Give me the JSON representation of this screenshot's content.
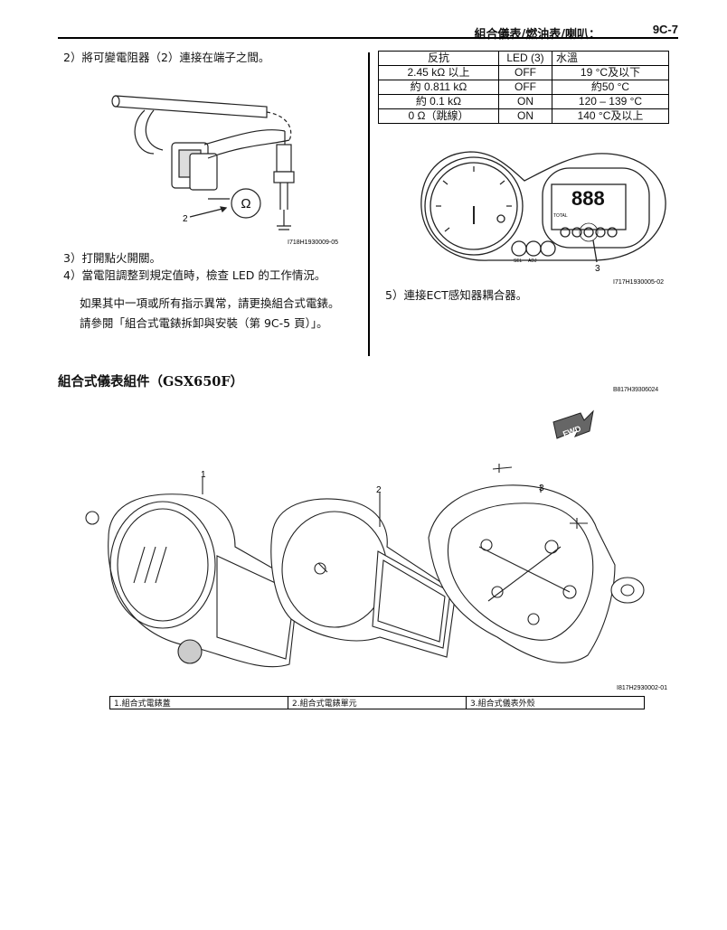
{
  "header": {
    "title": "組合儀表/燃油表/喇叭：",
    "page": "9C-7"
  },
  "left_col": {
    "step2": "2）將可變電阻器（2）連接在端子之間。",
    "fig1_callout": "2",
    "fig1_code": "I718H1930009-05",
    "step3": "3）打開點火開關。",
    "step4": "4）當電阻調整到規定值時，檢查 LED 的工作情況。",
    "note1": "如果其中一項或所有指示異常，請更換組合式電錶。",
    "note2": "請參閱「組合式電錶拆卸與安裝（第 9C-5 頁）」。"
  },
  "spec_table": {
    "headers": [
      "反抗",
      "LED (3)",
      "水溫"
    ],
    "rows": [
      [
        "2.45 kΩ 以上",
        "OFF",
        "19 °C及以下"
      ],
      [
        "約 0.811 kΩ",
        "OFF",
        "約50 °C"
      ],
      [
        "約 0.1 kΩ",
        "ON",
        "120 – 139 °C"
      ],
      [
        "0 Ω（跳線）",
        "ON",
        "140 °C及以上"
      ]
    ]
  },
  "right_col": {
    "fig2_callout": "3",
    "fig2_code": "I717H1930005-02",
    "step5": "5）連接ECT感知器耦合器。",
    "gauge_display": "888",
    "gauge_labels": {
      "sel": "SEL",
      "adj": "ADJ",
      "total": "TOTAL"
    }
  },
  "section": {
    "title": "組合式儀表組件（GSX650F）",
    "code": "B817H39306024"
  },
  "exploded": {
    "fwd": "FWD",
    "callouts": [
      "1",
      "2",
      "3"
    ],
    "code": "I817H2930002-01"
  },
  "parts_table": [
    "1.組合式電錶蓋",
    "2.組合式電錶單元",
    "3.組合式儀表外殼"
  ]
}
